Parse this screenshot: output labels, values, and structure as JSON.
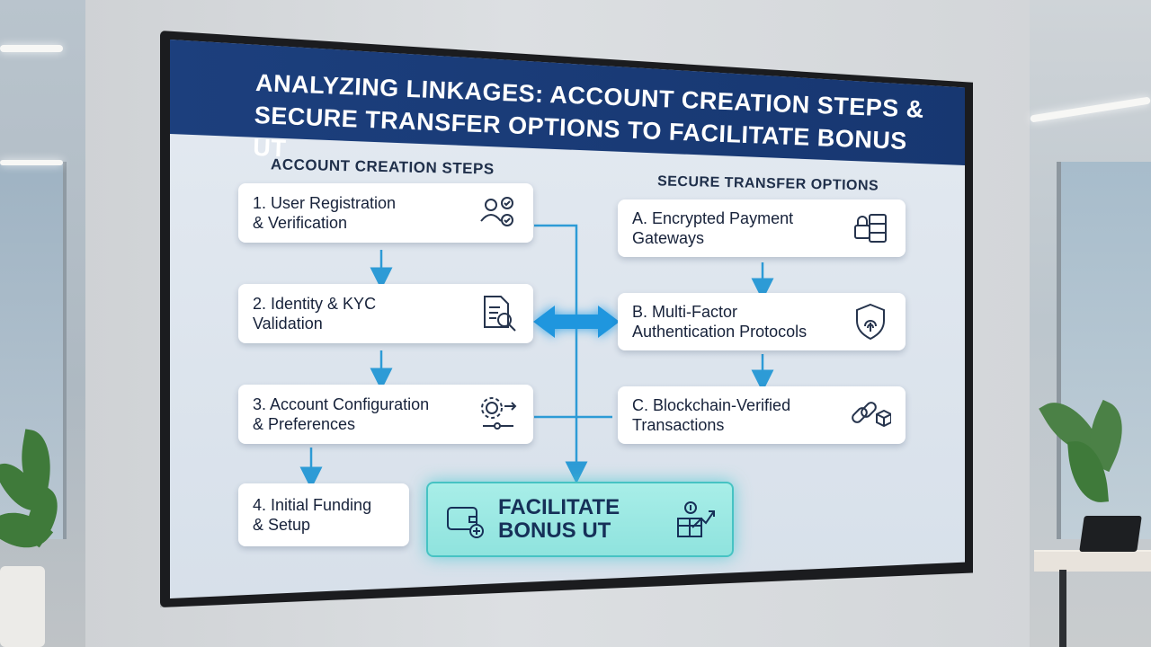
{
  "diagram": {
    "title": "ANALYZING LINKAGES: ACCOUNT CREATION STEPS & SECURE TRANSFER OPTIONS TO FACILITATE BONUS UT",
    "left_column": {
      "heading": "ACCOUNT CREATION STEPS",
      "steps": [
        {
          "label": "1. User Registration\n& Verification",
          "icon": "users-check-icon"
        },
        {
          "label": "2. Identity & KYC\nValidation",
          "icon": "document-search-icon"
        },
        {
          "label": "3. Account Configuration\n& Preferences",
          "icon": "gear-sliders-icon"
        },
        {
          "label": "4. Initial Funding\n& Setup",
          "icon": ""
        }
      ]
    },
    "right_column": {
      "heading": "SECURE TRANSFER OPTIONS",
      "options": [
        {
          "label": "A. Encrypted Payment\nGateways",
          "icon": "lock-server-icon"
        },
        {
          "label": "B. Multi-Factor\nAuthentication Protocols",
          "icon": "fingerprint-shield-icon"
        },
        {
          "label": "C. Blockchain-Verified\nTransactions",
          "icon": "chain-block-icon"
        }
      ]
    },
    "final": {
      "label": "FACILITATE\nBONUS UT",
      "icon_left": "wallet-plus-icon",
      "icon_right": "gift-growth-icon"
    },
    "colors": {
      "header": "#1c3f7d",
      "accent": "#2d9bd6",
      "final": "#9fe9e4"
    }
  }
}
